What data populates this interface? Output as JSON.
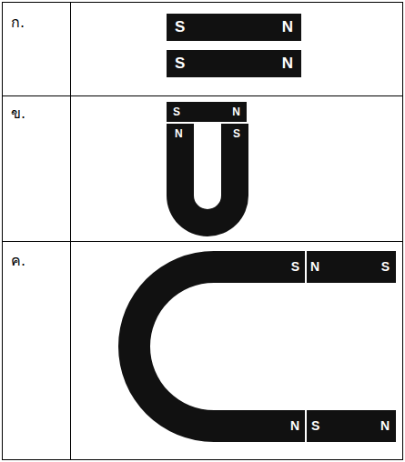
{
  "diagram": {
    "nodes": [
      {
        "text": [
          "S",
          "N"
        ]
      },
      {
        "text": [
          "S",
          "N"
        ]
      },
      {
        "text": [
          "S",
          "N"
        ]
      },
      {
        "text": [
          "N",
          "S"
        ]
      },
      {
        "text": [
          "S",
          "N"
        ]
      },
      {
        "text": [
          "N",
          "S"
        ]
      },
      {
        "text": [
          "S",
          "N"
        ]
      }
    ],
    "labels": [
      "ก.",
      "ข.",
      "ค."
    ]
  }
}
